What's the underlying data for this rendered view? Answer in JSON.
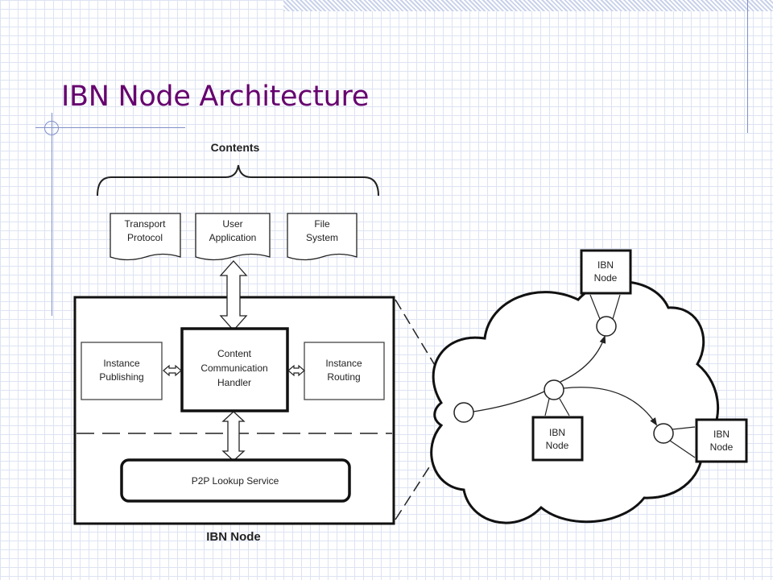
{
  "slide": {
    "title": "IBN Node Architecture"
  },
  "diagram": {
    "contents_label": "Contents",
    "contents": [
      [
        "Transport",
        "Protocol"
      ],
      [
        "User",
        "Application"
      ],
      [
        "File",
        "System"
      ]
    ],
    "instance_publishing": [
      "Instance",
      "Publishing"
    ],
    "content_handler": [
      "Content",
      "Communication",
      "Handler"
    ],
    "instance_routing": [
      "Instance",
      "Routing"
    ],
    "lookup_service": "P2P Lookup Service",
    "node_label": "IBN Node",
    "network_nodes": [
      [
        "IBN",
        "Node"
      ],
      [
        "IBN",
        "Node"
      ],
      [
        "IBN",
        "Node"
      ]
    ]
  }
}
